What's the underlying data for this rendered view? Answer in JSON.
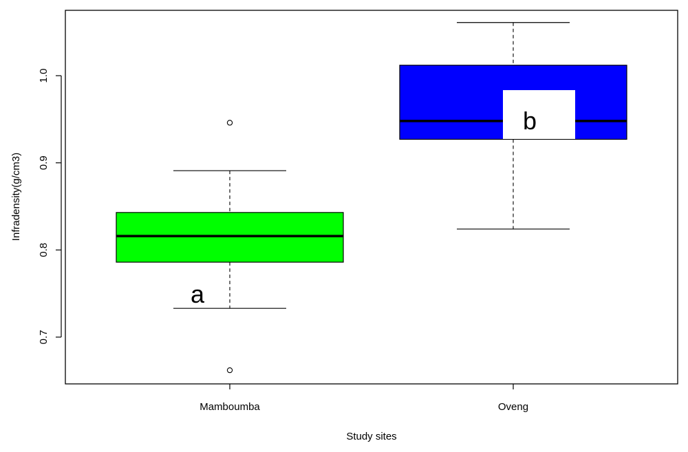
{
  "chart_data": {
    "type": "box",
    "xlabel": "Study sites",
    "ylabel": "Infradensity(g/cm3)",
    "ylim": [
      0.64,
      1.08
    ],
    "yticks": [
      "0.7",
      "0.8",
      "0.9",
      "1.0"
    ],
    "grid": false,
    "legend": "none",
    "categories": [
      "Mamboumba",
      "Oveng"
    ],
    "boxes": [
      {
        "category": "Mamboumba",
        "color": "#00ff00",
        "whisker_low": 0.733,
        "q1": 0.786,
        "median": 0.816,
        "q3": 0.843,
        "whisker_high": 0.891,
        "outliers": [
          0.946,
          0.662
        ],
        "letter": "a"
      },
      {
        "category": "Oveng",
        "color": "#0000ff",
        "whisker_low": 0.824,
        "q1": 0.927,
        "median": 0.948,
        "q3": 1.012,
        "whisker_high": 1.061,
        "outliers": [],
        "letter": "b"
      }
    ]
  }
}
